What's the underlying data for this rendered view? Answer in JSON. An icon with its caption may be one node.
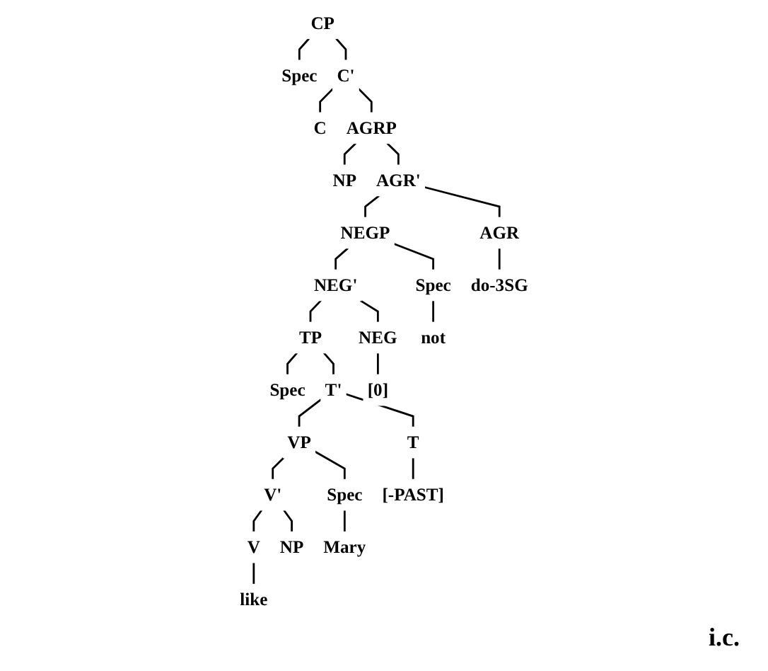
{
  "diagram": {
    "nodes": [
      {
        "text": [
          "CP"
        ]
      },
      {
        "text": [
          "Spec"
        ]
      },
      {
        "text": [
          "C'"
        ]
      },
      {
        "text": [
          "C"
        ]
      },
      {
        "text": [
          "AGRP"
        ]
      },
      {
        "text": [
          "NP"
        ]
      },
      {
        "text": [
          "AGR'"
        ]
      },
      {
        "text": [
          "AGR"
        ]
      },
      {
        "text": [
          "NEGP"
        ]
      },
      {
        "text": [
          "Spec"
        ]
      },
      {
        "text": [
          "NEG'"
        ]
      },
      {
        "text": [
          "NEG"
        ]
      },
      {
        "text": [
          "TP"
        ]
      },
      {
        "text": [
          "Spec"
        ]
      },
      {
        "text": [
          "T'"
        ]
      },
      {
        "text": [
          "T"
        ]
      },
      {
        "text": [
          "VP"
        ]
      },
      {
        "text": [
          "Spec"
        ]
      },
      {
        "text": [
          "V'"
        ]
      },
      {
        "text": [
          "V"
        ]
      },
      {
        "text": [
          "NP"
        ]
      },
      {
        "text": [
          "do-3SG"
        ]
      },
      {
        "text": [
          "not"
        ]
      },
      {
        "text": [
          "[0]"
        ]
      },
      {
        "text": [
          "[-PAST]"
        ]
      },
      {
        "text": [
          "Mary"
        ]
      },
      {
        "text": [
          "like"
        ]
      }
    ],
    "edges": [
      {
        "from": 0,
        "to": 1,
        "arrow": "none"
      },
      {
        "from": 0,
        "to": 2,
        "arrow": "none"
      },
      {
        "from": 2,
        "to": 3,
        "arrow": "none"
      },
      {
        "from": 2,
        "to": 4,
        "arrow": "none"
      },
      {
        "from": 4,
        "to": 5,
        "arrow": "none"
      },
      {
        "from": 4,
        "to": 6,
        "arrow": "none"
      },
      {
        "from": 6,
        "to": 7,
        "arrow": "none"
      },
      {
        "from": 6,
        "to": 8,
        "arrow": "none"
      },
      {
        "from": 8,
        "to": 9,
        "arrow": "none"
      },
      {
        "from": 8,
        "to": 10,
        "arrow": "none"
      },
      {
        "from": 10,
        "to": 11,
        "arrow": "none"
      },
      {
        "from": 10,
        "to": 12,
        "arrow": "none"
      },
      {
        "from": 12,
        "to": 13,
        "arrow": "none"
      },
      {
        "from": 12,
        "to": 14,
        "arrow": "none"
      },
      {
        "from": 14,
        "to": 15,
        "arrow": "none"
      },
      {
        "from": 14,
        "to": 16,
        "arrow": "none"
      },
      {
        "from": 16,
        "to": 17,
        "arrow": "none"
      },
      {
        "from": 16,
        "to": 18,
        "arrow": "none"
      },
      {
        "from": 18,
        "to": 19,
        "arrow": "none"
      },
      {
        "from": 18,
        "to": 20,
        "arrow": "none"
      },
      {
        "from": 7,
        "to": 21,
        "arrow": "none"
      },
      {
        "from": 9,
        "to": 22,
        "arrow": "none"
      },
      {
        "from": 11,
        "to": 23,
        "arrow": "none"
      },
      {
        "from": 15,
        "to": 24,
        "arrow": "none"
      },
      {
        "from": 17,
        "to": 25,
        "arrow": "none"
      },
      {
        "from": 19,
        "to": 26,
        "arrow": "none"
      }
    ],
    "labels": [
      "i.c."
    ]
  }
}
